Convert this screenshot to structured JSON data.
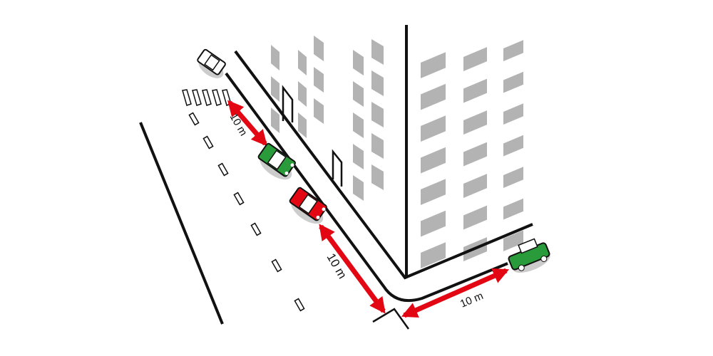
{
  "diagram": {
    "labels": {
      "distance_crosswalk": "10 m",
      "distance_corner_left": "10 m",
      "distance_corner_right": "10 m"
    },
    "colors": {
      "arrow": "#e30613",
      "car_allowed": "#2a9b3a",
      "car_forbidden": "#e30613",
      "window": "#b3b3b3",
      "line": "#111111"
    },
    "cars": [
      {
        "name": "white-car",
        "color": "#ffffff"
      },
      {
        "name": "green-car",
        "color": "#2a9b3a"
      },
      {
        "name": "red-car",
        "color": "#e30613"
      },
      {
        "name": "green-car-corner",
        "color": "#2a9b3a"
      }
    ]
  }
}
